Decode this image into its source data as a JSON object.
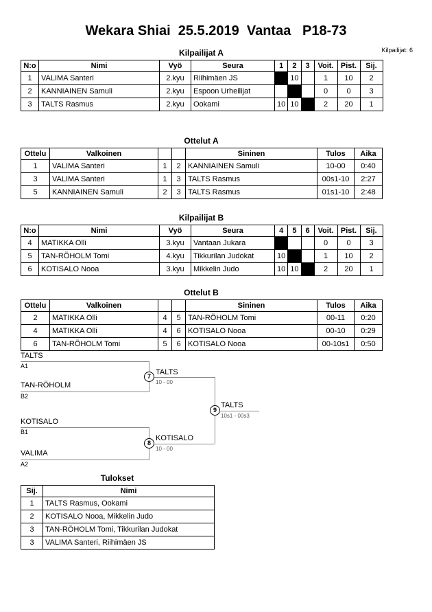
{
  "header": {
    "title": "Wekara Shiai  25.5.2019  Vantaa   P18-73",
    "competitors_label": "Kilpailijat: 6"
  },
  "pool_a": {
    "title": "Kilpailijat A",
    "col_headers": {
      "no": "N:o",
      "name": "Nimi",
      "belt": "Vyö",
      "club": "Seura",
      "o1": "1",
      "o2": "2",
      "o3": "3",
      "wins": "Voit.",
      "points": "Pist.",
      "place": "Sij."
    },
    "rows": [
      {
        "no": "1",
        "name": "VALIMA Santeri",
        "belt": "2.kyu",
        "club": "Riihimäen JS",
        "s2": "10",
        "s3": "",
        "wins": "1",
        "points": "10",
        "place": "2"
      },
      {
        "no": "2",
        "name": "KANNIAINEN Samuli",
        "belt": "2.kyu",
        "club": "Espoon Urheilijat",
        "s1": "",
        "s3": "",
        "wins": "0",
        "points": "0",
        "place": "3"
      },
      {
        "no": "3",
        "name": "TALTS Rasmus",
        "belt": "2.kyu",
        "club": "Ookami",
        "s1": "10",
        "s2": "10",
        "wins": "2",
        "points": "20",
        "place": "1"
      }
    ]
  },
  "matches_a": {
    "title": "Ottelut A",
    "col_headers": {
      "match": "Ottelu",
      "white": "Valkoinen",
      "blue": "Sininen",
      "result": "Tulos",
      "time": "Aika"
    },
    "rows": [
      {
        "no": "1",
        "white": "VALIMA Santeri",
        "white_no": "1",
        "blue_no": "2",
        "blue": "KANNIAINEN Samuli",
        "result": "10-00",
        "time": "0:40"
      },
      {
        "no": "3",
        "white": "VALIMA Santeri",
        "white_no": "1",
        "blue_no": "3",
        "blue": "TALTS Rasmus",
        "result": "00s1-10",
        "time": "2:27"
      },
      {
        "no": "5",
        "white": "KANNIAINEN Samuli",
        "white_no": "2",
        "blue_no": "3",
        "blue": "TALTS Rasmus",
        "result": "01s1-10",
        "time": "2:48"
      }
    ]
  },
  "pool_b": {
    "title": "Kilpailijat B",
    "col_headers": {
      "no": "N:o",
      "name": "Nimi",
      "belt": "Vyö",
      "club": "Seura",
      "o1": "4",
      "o2": "5",
      "o3": "6",
      "wins": "Voit.",
      "points": "Pist.",
      "place": "Sij."
    },
    "rows": [
      {
        "no": "4",
        "name": "MATIKKA Olli",
        "belt": "3.kyu",
        "club": "Vantaan Jukara",
        "s2": "",
        "s3": "",
        "wins": "0",
        "points": "0",
        "place": "3"
      },
      {
        "no": "5",
        "name": "TAN-RÖHOLM Tomi",
        "belt": "4.kyu",
        "club": "Tikkurilan Judokat",
        "s1": "10",
        "s3": "",
        "wins": "1",
        "points": "10",
        "place": "2"
      },
      {
        "no": "6",
        "name": "KOTISALO Nooa",
        "belt": "3.kyu",
        "club": "Mikkelin Judo",
        "s1": "10",
        "s2": "10",
        "wins": "2",
        "points": "20",
        "place": "1"
      }
    ]
  },
  "matches_b": {
    "title": "Ottelut B",
    "col_headers": {
      "match": "Ottelu",
      "white": "Valkoinen",
      "blue": "Sininen",
      "result": "Tulos",
      "time": "Aika"
    },
    "rows": [
      {
        "no": "2",
        "white": "MATIKKA Olli",
        "white_no": "4",
        "blue_no": "5",
        "blue": "TAN-RÖHOLM Tomi",
        "result": "00-11",
        "time": "0:20"
      },
      {
        "no": "4",
        "white": "MATIKKA Olli",
        "white_no": "4",
        "blue_no": "6",
        "blue": "KOTISALO Nooa",
        "result": "00-10",
        "time": "0:29"
      },
      {
        "no": "6",
        "white": "TAN-RÖHOLM Tomi",
        "white_no": "5",
        "blue_no": "6",
        "blue": "KOTISALO Nooa",
        "result": "00-10s1",
        "time": "0:50"
      }
    ]
  },
  "bracket": {
    "semi_top": {
      "p1": "TALTS",
      "p1_seed": "A1",
      "p2": "TAN-RÖHOLM",
      "p2_seed": "B2",
      "match_no": "7",
      "winner": "TALTS",
      "score": "10 - 00"
    },
    "semi_bottom": {
      "p1": "KOTISALO",
      "p1_seed": "B1",
      "p2": "VALIMA",
      "p2_seed": "A2",
      "match_no": "8",
      "winner": "KOTISALO",
      "score": "10 - 00"
    },
    "final": {
      "match_no": "9",
      "winner": "TALTS",
      "score": "10s1 - 00s3"
    }
  },
  "results": {
    "title": "Tulokset",
    "col_headers": {
      "place": "Sij.",
      "name": "Nimi"
    },
    "rows": [
      {
        "place": "1",
        "name": "TALTS Rasmus, Ookami"
      },
      {
        "place": "2",
        "name": "KOTISALO Nooa, Mikkelin Judo"
      },
      {
        "place": "3",
        "name": "TAN-RÖHOLM Tomi, Tikkurilan Judokat"
      },
      {
        "place": "3",
        "name": "VALIMA Santeri, Riihimäen JS"
      }
    ]
  }
}
